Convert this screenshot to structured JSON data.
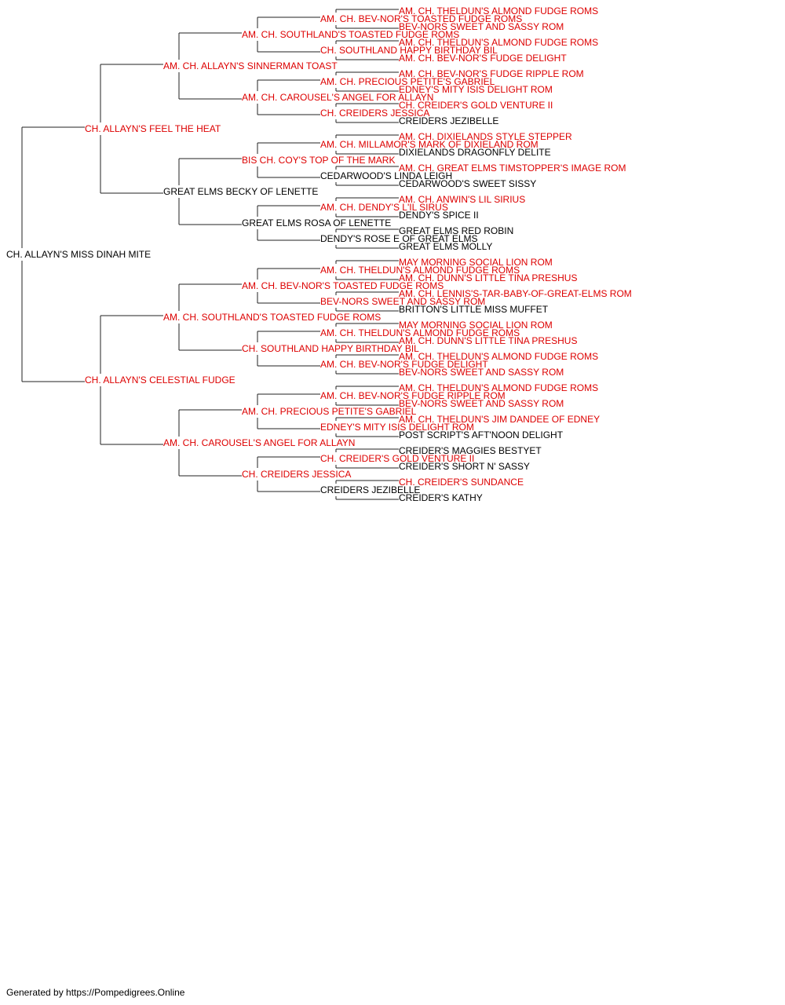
{
  "colors": {
    "champion": "#dd0000",
    "regular": "#000000",
    "line": "#222222"
  },
  "root": {
    "name": "CH. ALLAYN'S MISS DINAH MITE",
    "champion": false,
    "sire": {
      "name": "CH. ALLAYN'S FEEL THE HEAT",
      "champion": true,
      "sire": {
        "name": "AM. CH. ALLAYN'S SINNERMAN TOAST",
        "champion": true,
        "sire": {
          "name": "AM. CH. SOUTHLAND'S TOASTED FUDGE ROMS",
          "champion": true,
          "sire": {
            "name": "AM. CH. BEV-NOR'S TOASTED FUDGE ROMS",
            "champion": true,
            "sire": {
              "name": "AM. CH. THELDUN'S ALMOND FUDGE ROMS",
              "champion": true
            },
            "dam": {
              "name": "BEV-NORS SWEET AND SASSY ROM",
              "champion": true
            }
          },
          "dam": {
            "name": "CH. SOUTHLAND HAPPY BIRTHDAY BIL",
            "champion": true,
            "sire": {
              "name": "AM. CH. THELDUN'S ALMOND FUDGE ROMS",
              "champion": true
            },
            "dam": {
              "name": "AM. CH. BEV-NOR'S FUDGE DELIGHT",
              "champion": true
            }
          }
        },
        "dam": {
          "name": "AM. CH. CAROUSEL'S ANGEL FOR ALLAYN",
          "champion": true,
          "sire": {
            "name": "AM. CH. PRECIOUS PETITE'S GABRIEL",
            "champion": true,
            "sire": {
              "name": "AM. CH. BEV-NOR'S FUDGE RIPPLE ROM",
              "champion": true
            },
            "dam": {
              "name": "EDNEY'S MITY ISIS DELIGHT ROM",
              "champion": true
            }
          },
          "dam": {
            "name": "CH. CREIDERS JESSICA",
            "champion": true,
            "sire": {
              "name": "CH. CREIDER'S GOLD VENTURE II",
              "champion": true
            },
            "dam": {
              "name": "CREIDERS JEZIBELLE",
              "champion": false
            }
          }
        }
      },
      "dam": {
        "name": "GREAT ELMS BECKY OF LENETTE",
        "champion": false,
        "sire": {
          "name": "BIS CH. COY'S TOP OF THE MARK",
          "champion": true,
          "sire": {
            "name": "AM. CH. MILLAMOR'S MARK OF DIXIELAND ROM",
            "champion": true,
            "sire": {
              "name": "AM. CH. DIXIELANDS STYLE STEPPER",
              "champion": true
            },
            "dam": {
              "name": "DIXIELANDS DRAGONFLY DELITE",
              "champion": false
            }
          },
          "dam": {
            "name": "CEDARWOOD'S LINDA LEIGH",
            "champion": false,
            "sire": {
              "name": "AM. CH. GREAT ELMS TIMSTOPPER'S IMAGE ROM",
              "champion": true
            },
            "dam": {
              "name": "CEDARWOOD'S SWEET SISSY",
              "champion": false
            }
          }
        },
        "dam": {
          "name": "GREAT ELMS ROSA OF LENETTE",
          "champion": false,
          "sire": {
            "name": "AM. CH. DENDY'S L'IL SIRUS",
            "champion": true,
            "sire": {
              "name": "AM. CH. ANWIN'S LIL SIRIUS",
              "champion": true
            },
            "dam": {
              "name": "DENDY'S SPICE II",
              "champion": false
            }
          },
          "dam": {
            "name": "DENDY'S ROSE E OF GREAT ELMS",
            "champion": false,
            "sire": {
              "name": "GREAT ELMS RED ROBIN",
              "champion": false
            },
            "dam": {
              "name": "GREAT ELMS MOLLY",
              "champion": false
            }
          }
        }
      }
    },
    "dam": {
      "name": "CH. ALLAYN'S CELESTIAL FUDGE",
      "champion": true,
      "sire": {
        "name": "AM. CH. SOUTHLAND'S TOASTED FUDGE ROMS",
        "champion": true,
        "sire": {
          "name": "AM. CH. BEV-NOR'S TOASTED FUDGE ROMS",
          "champion": true,
          "sire": {
            "name": "AM. CH. THELDUN'S ALMOND FUDGE ROMS",
            "champion": true,
            "sire": {
              "name": "MAY MORNING SOCIAL LION ROM",
              "champion": true
            },
            "dam": {
              "name": "AM. CH. DUNN'S LITTLE TINA PRESHUS",
              "champion": true
            }
          },
          "dam": {
            "name": "BEV-NORS SWEET AND SASSY ROM",
            "champion": true,
            "sire": {
              "name": "AM. CH. LENNIS'S-TAR-BABY-OF-GREAT-ELMS ROM",
              "champion": true
            },
            "dam": {
              "name": "BRITTON'S LITTLE MISS MUFFET",
              "champion": false
            }
          }
        },
        "dam": {
          "name": "CH. SOUTHLAND HAPPY BIRTHDAY BIL",
          "champion": true,
          "sire": {
            "name": "AM. CH. THELDUN'S ALMOND FUDGE ROMS",
            "champion": true,
            "sire": {
              "name": "MAY MORNING SOCIAL LION ROM",
              "champion": true
            },
            "dam": {
              "name": "AM. CH. DUNN'S LITTLE TINA PRESHUS",
              "champion": true
            }
          },
          "dam": {
            "name": "AM. CH. BEV-NOR'S FUDGE DELIGHT",
            "champion": true,
            "sire": {
              "name": "AM. CH. THELDUN'S ALMOND FUDGE ROMS",
              "champion": true
            },
            "dam": {
              "name": "BEV-NORS SWEET AND SASSY ROM",
              "champion": true
            }
          }
        }
      },
      "dam": {
        "name": "AM. CH. CAROUSEL'S ANGEL FOR ALLAYN",
        "champion": true,
        "sire": {
          "name": "AM. CH. PRECIOUS PETITE'S GABRIEL",
          "champion": true,
          "sire": {
            "name": "AM. CH. BEV-NOR'S FUDGE RIPPLE ROM",
            "champion": true,
            "sire": {
              "name": "AM. CH. THELDUN'S ALMOND FUDGE ROMS",
              "champion": true
            },
            "dam": {
              "name": "BEV-NORS SWEET AND SASSY ROM",
              "champion": true
            }
          },
          "dam": {
            "name": "EDNEY'S MITY ISIS DELIGHT ROM",
            "champion": true,
            "sire": {
              "name": "AM. CH. THELDUN'S JIM DANDEE OF EDNEY",
              "champion": true
            },
            "dam": {
              "name": "POST SCRIPT'S AFT'NOON DELIGHT",
              "champion": false
            }
          }
        },
        "dam": {
          "name": "CH. CREIDERS JESSICA",
          "champion": true,
          "sire": {
            "name": "CH. CREIDER'S GOLD VENTURE II",
            "champion": true,
            "sire": {
              "name": "CREIDER'S MAGGIES BESTYET",
              "champion": false
            },
            "dam": {
              "name": "CREIDER'S SHORT N' SASSY",
              "champion": false
            }
          },
          "dam": {
            "name": "CREIDERS JEZIBELLE",
            "champion": false,
            "sire": {
              "name": "CH. CREIDER'S SUNDANCE",
              "champion": true
            },
            "dam": {
              "name": "CREIDER'S KATHY",
              "champion": false
            }
          }
        }
      }
    }
  },
  "footer": "Generated by https://Pompedigrees.Online"
}
